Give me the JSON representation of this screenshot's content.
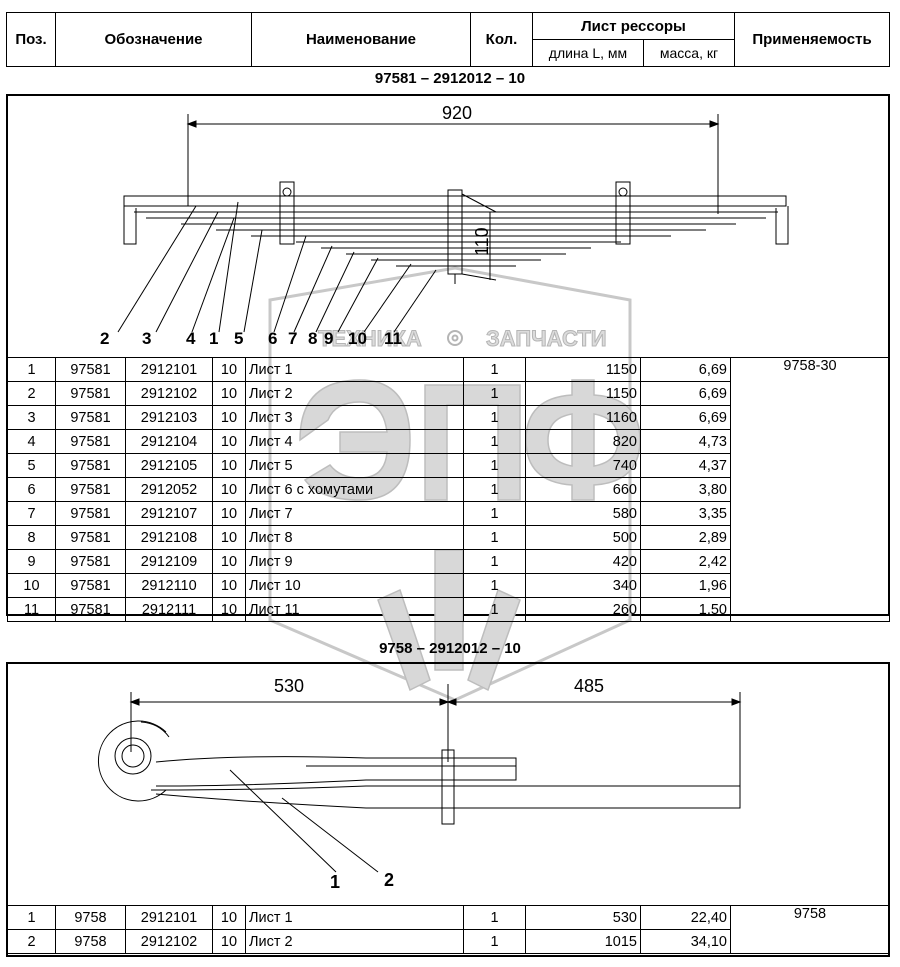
{
  "header": {
    "pos": "Поз.",
    "designation": "Обозначение",
    "name": "Наименование",
    "qty": "Кол.",
    "leaf": "Лист рессоры",
    "length": "длина L, мм",
    "mass": "масса, кг",
    "applicability": "Применяемость"
  },
  "watermark": {
    "brand1": "ТЕХНИКА",
    "brand2": "ЗАПЧАСТИ",
    "logo": "ЭПФ"
  },
  "section1": {
    "title": "97581 – 2912012 – 10",
    "dim_length": "920",
    "dim_height": "110",
    "callouts": [
      "2",
      "3",
      "4",
      "1",
      "5",
      "6",
      "7",
      "8",
      "9",
      "10",
      "11"
    ],
    "applicability": "9758-30",
    "rows": [
      {
        "pos": "1",
        "prefix": "97581",
        "code": "2912101",
        "suffix": "10",
        "name": "Лист 1",
        "qty": "1",
        "length": "1150",
        "mass": "6,69"
      },
      {
        "pos": "2",
        "prefix": "97581",
        "code": "2912102",
        "suffix": "10",
        "name": "Лист 2",
        "qty": "1",
        "length": "1150",
        "mass": "6,69"
      },
      {
        "pos": "3",
        "prefix": "97581",
        "code": "2912103",
        "suffix": "10",
        "name": "Лист 3",
        "qty": "1",
        "length": "1160",
        "mass": "6,69"
      },
      {
        "pos": "4",
        "prefix": "97581",
        "code": "2912104",
        "suffix": "10",
        "name": "Лист 4",
        "qty": "1",
        "length": "820",
        "mass": "4,73"
      },
      {
        "pos": "5",
        "prefix": "97581",
        "code": "2912105",
        "suffix": "10",
        "name": "Лист 5",
        "qty": "1",
        "length": "740",
        "mass": "4,37"
      },
      {
        "pos": "6",
        "prefix": "97581",
        "code": "2912052",
        "suffix": "10",
        "name": "Лист 6 с хомутами",
        "qty": "1",
        "length": "660",
        "mass": "3,80"
      },
      {
        "pos": "7",
        "prefix": "97581",
        "code": "2912107",
        "suffix": "10",
        "name": "Лист 7",
        "qty": "1",
        "length": "580",
        "mass": "3,35"
      },
      {
        "pos": "8",
        "prefix": "97581",
        "code": "2912108",
        "suffix": "10",
        "name": "Лист 8",
        "qty": "1",
        "length": "500",
        "mass": "2,89"
      },
      {
        "pos": "9",
        "prefix": "97581",
        "code": "2912109",
        "suffix": "10",
        "name": "Лист 9",
        "qty": "1",
        "length": "420",
        "mass": "2,42"
      },
      {
        "pos": "10",
        "prefix": "97581",
        "code": "2912110",
        "suffix": "10",
        "name": "Лист 10",
        "qty": "1",
        "length": "340",
        "mass": "1,96"
      },
      {
        "pos": "11",
        "prefix": "97581",
        "code": "2912111",
        "suffix": "10",
        "name": "Лист 11",
        "qty": "1",
        "length": "260",
        "mass": "1,50"
      }
    ]
  },
  "section2": {
    "title": "9758 – 2912012 – 10",
    "dim_left": "530",
    "dim_right": "485",
    "callouts": [
      "1",
      "2"
    ],
    "applicability": "9758",
    "rows": [
      {
        "pos": "1",
        "prefix": "9758",
        "code": "2912101",
        "suffix": "10",
        "name": "Лист 1",
        "qty": "1",
        "length": "530",
        "mass": "22,40"
      },
      {
        "pos": "2",
        "prefix": "9758",
        "code": "2912102",
        "suffix": "10",
        "name": "Лист 2",
        "qty": "1",
        "length": "1015",
        "mass": "34,10"
      }
    ]
  }
}
